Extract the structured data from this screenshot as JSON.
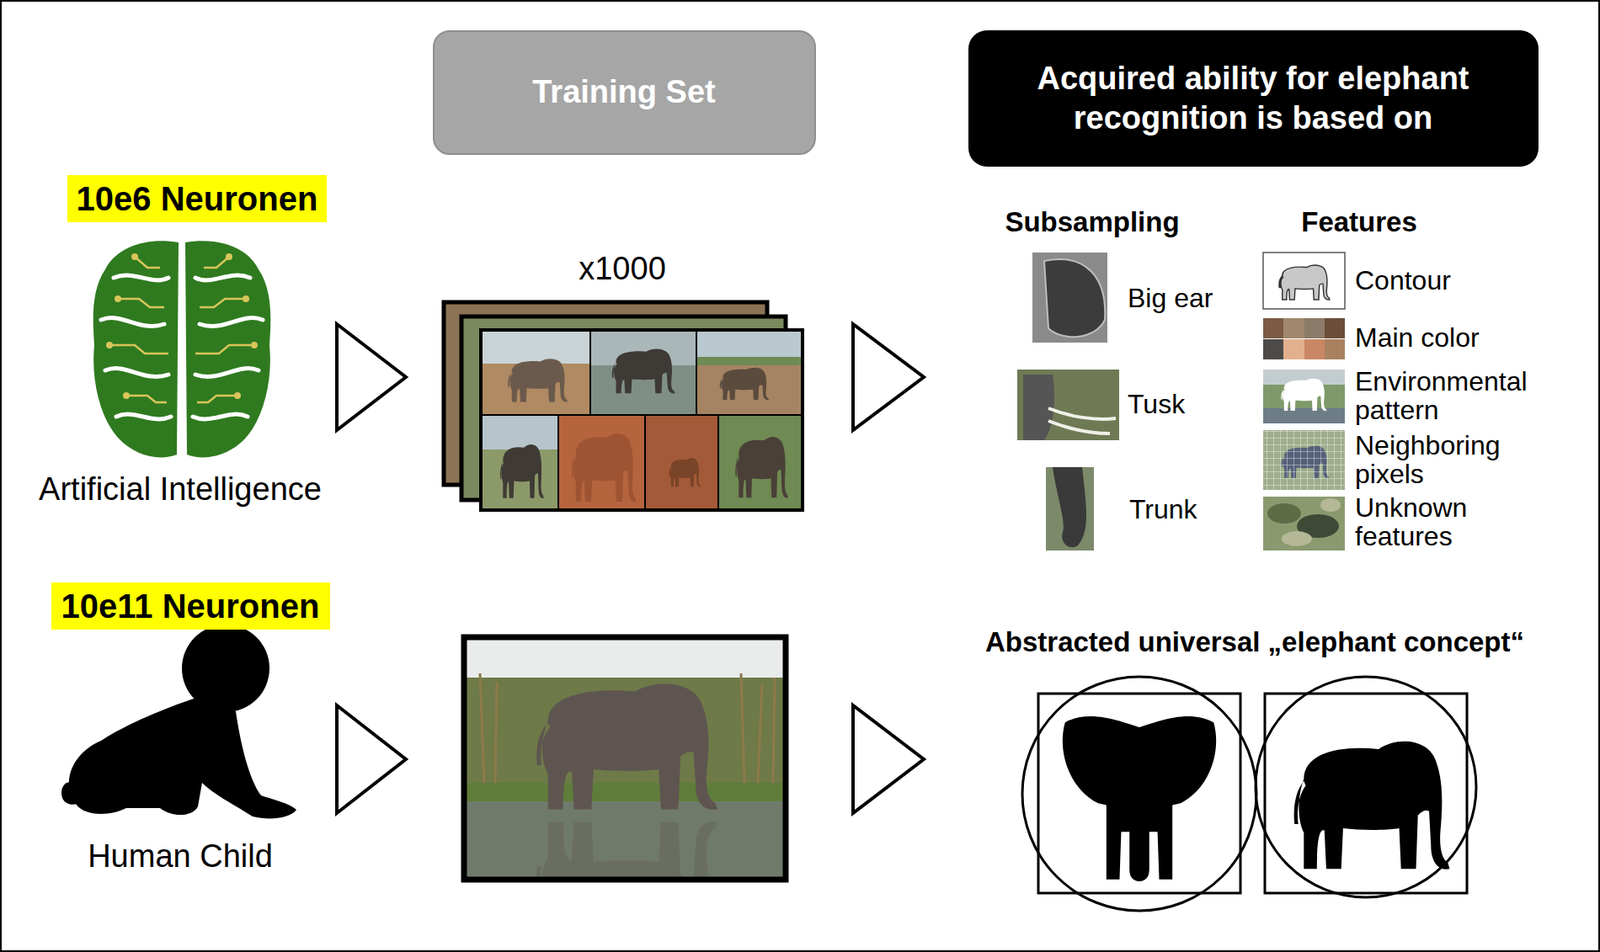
{
  "diagram": {
    "nodes": [
      {
        "text": [
          "Training Set"
        ]
      },
      {
        "text": [
          "Acquired ability for elephant recognition is based on"
        ]
      },
      {
        "text": [
          "10e6 Neuronen"
        ]
      },
      {
        "text": [
          "10e11 Neuronen"
        ]
      }
    ],
    "labels": [
      "x1000",
      "Artificial Intelligence",
      "Subsampling",
      "Features",
      "Big ear",
      "Contour",
      "Tusk",
      "Main color",
      "Environmental pattern",
      "Neighboring pixels",
      "Trunk",
      "Unknown features",
      "Human Child",
      "Abstracted universal „elephant concept“"
    ]
  }
}
